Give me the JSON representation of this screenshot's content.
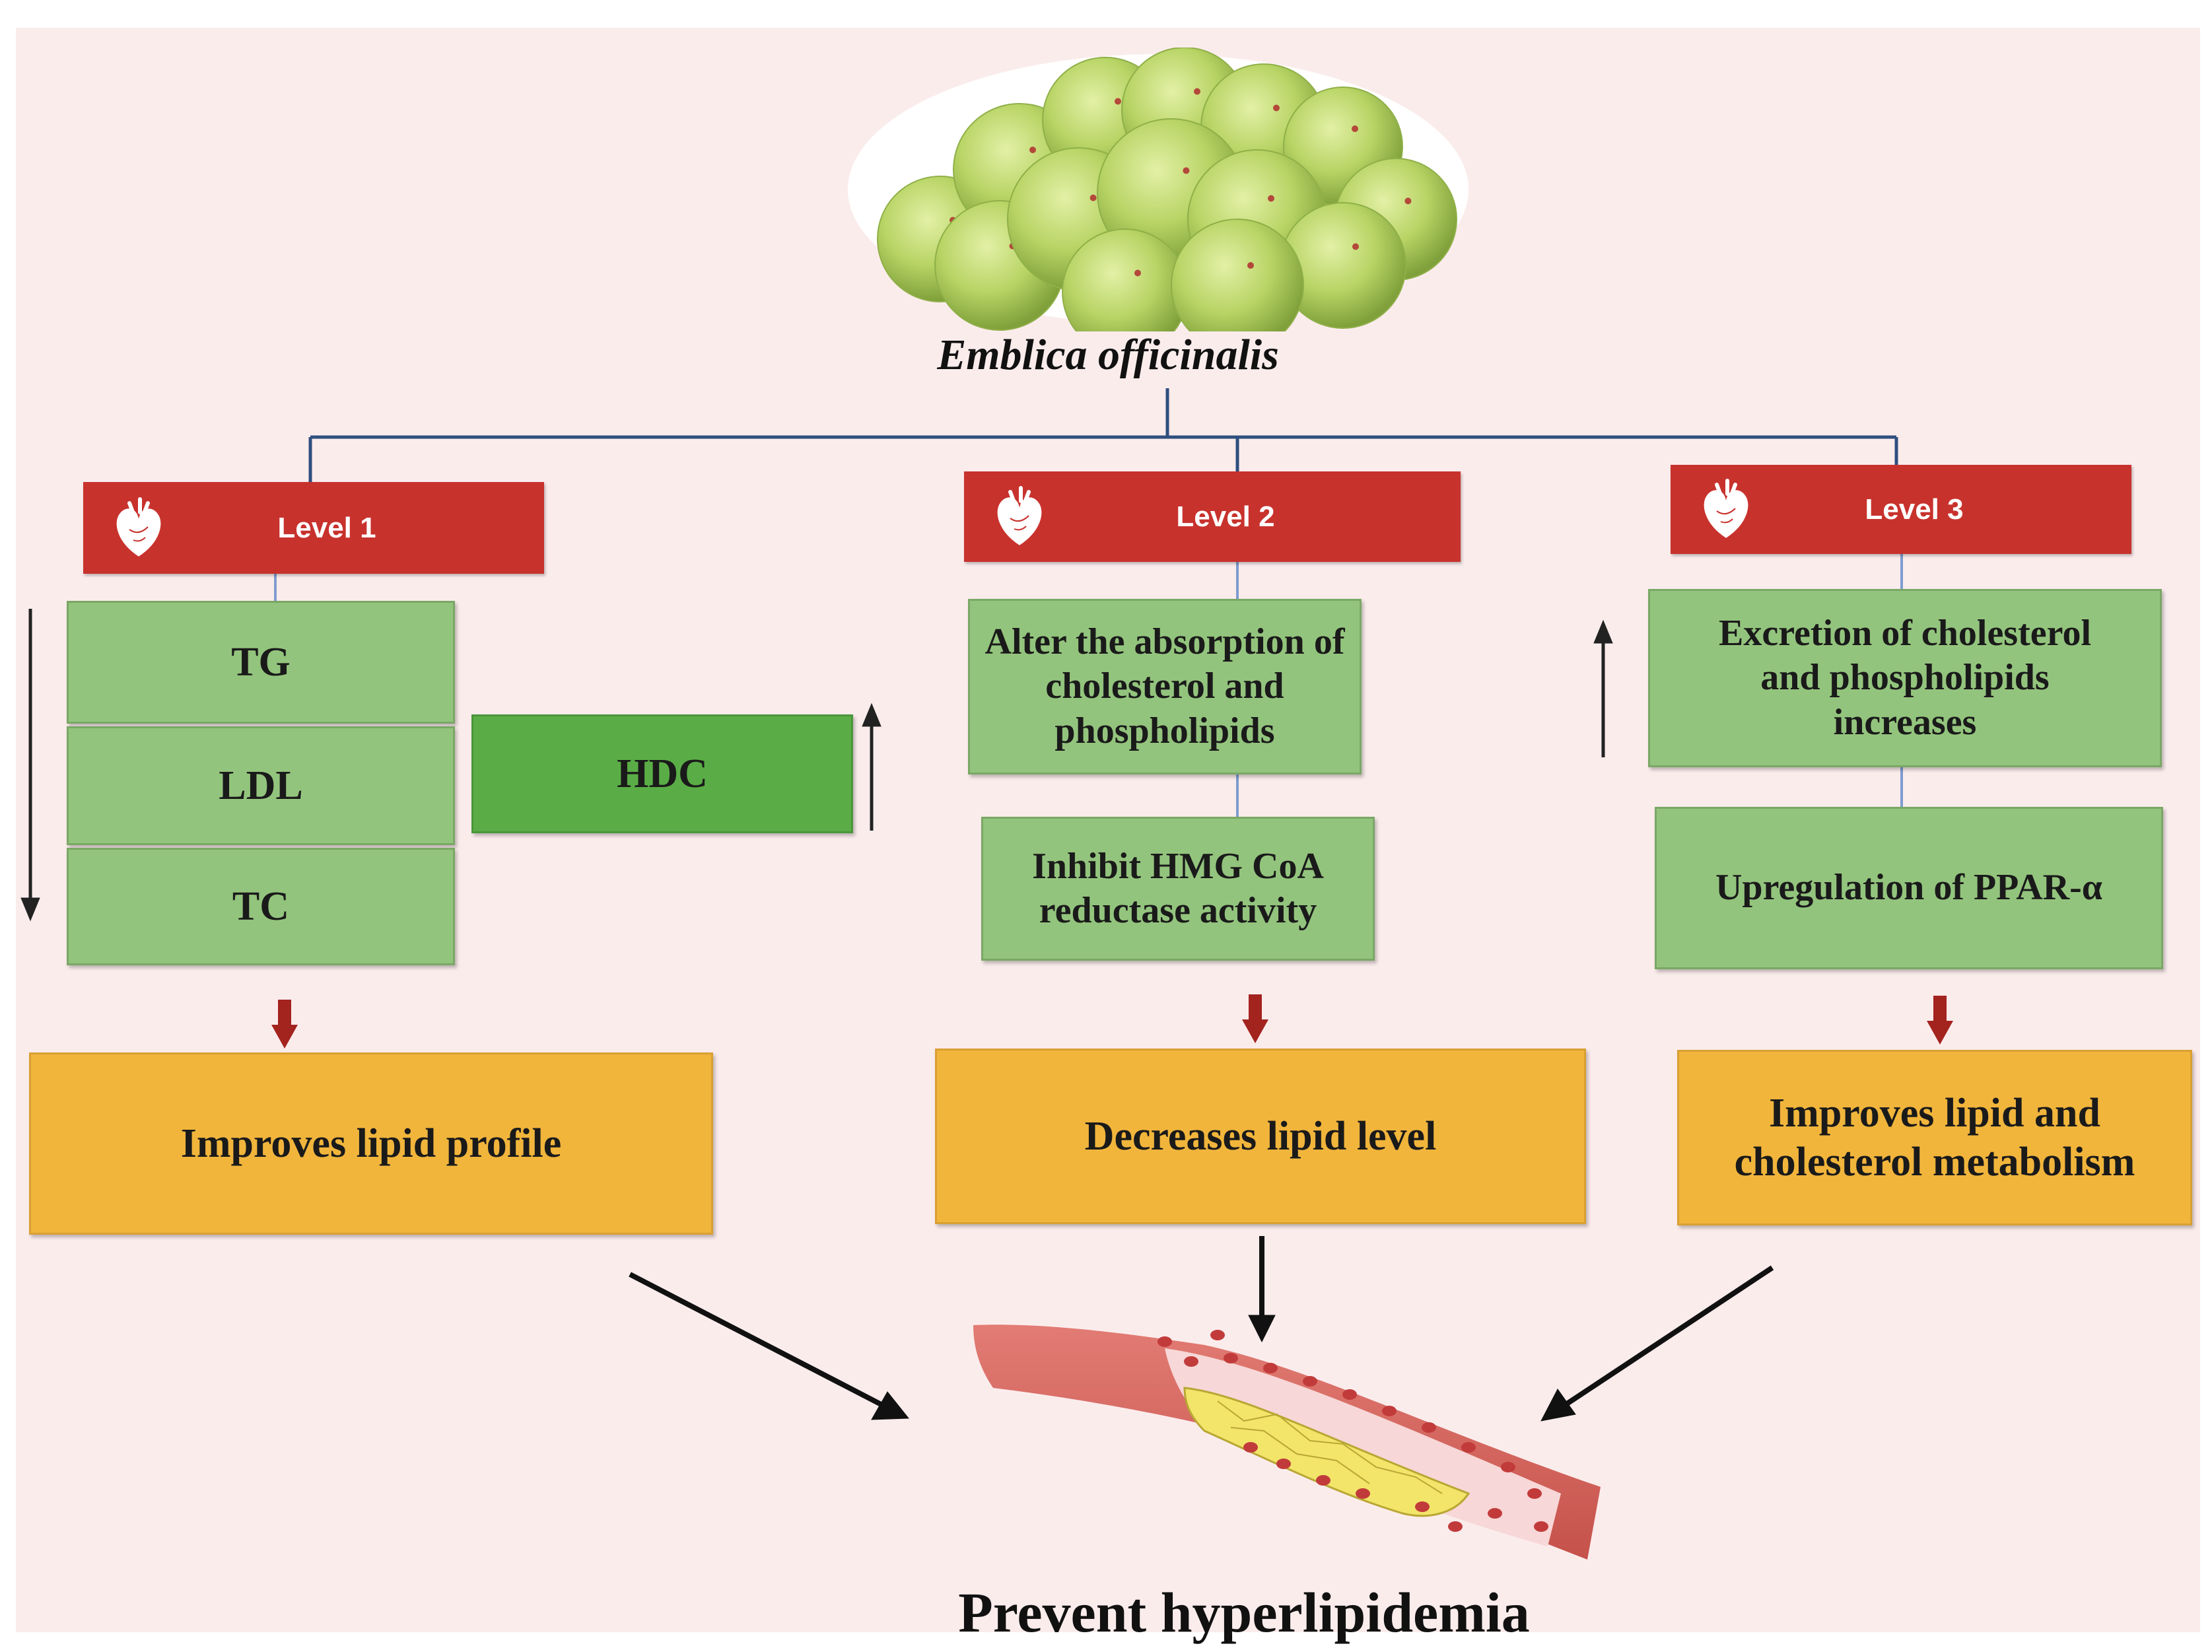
{
  "species_name": "Emblica officinalis",
  "levels": [
    {
      "label": "Level 1"
    },
    {
      "label": "Level 2"
    },
    {
      "label": "Level 3"
    }
  ],
  "level1": {
    "decreased": [
      "TG",
      "LDL",
      "TC"
    ],
    "increased": "HDC",
    "outcome": "Improves lipid profile"
  },
  "level2": {
    "steps": [
      "Alter the absorption of cholesterol and phospholipids",
      "Inhibit HMG CoA reductase activity"
    ],
    "outcome": "Decreases lipid level"
  },
  "level3": {
    "steps": [
      "Excretion of cholesterol and phospholipids increases",
      "Upregulation of PPAR-α"
    ],
    "outcome": "Improves lipid and cholesterol metabolism"
  },
  "final_outcome": "Prevent hyperlipidemia",
  "colors": {
    "background": "#fbecec",
    "level_header": "#c8322d",
    "effect_box": "#93c47d",
    "increase_box": "#5aad46",
    "outcome_box": "#f1b53c",
    "connector": "#2f4f7f",
    "flow_arrow": "#a3231f"
  }
}
